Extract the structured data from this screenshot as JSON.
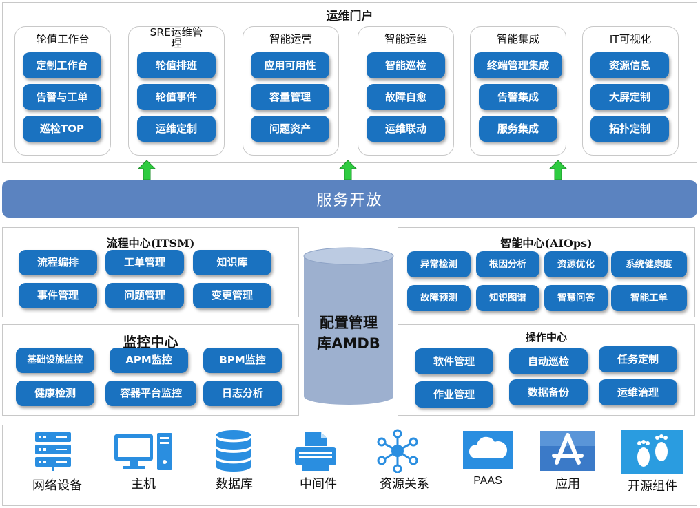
{
  "portal": {
    "title": "运维门户",
    "columns": [
      {
        "title": "轮值工作台",
        "items": [
          "定制工作台",
          "告警与工单",
          "巡检TOP"
        ]
      },
      {
        "title": "SRE运维管理",
        "items": [
          "轮值排班",
          "轮值事件",
          "运维定制"
        ]
      },
      {
        "title": "智能运营",
        "items": [
          "应用可用性",
          "容量管理",
          "问题资产"
        ]
      },
      {
        "title": "智能运维",
        "items": [
          "智能巡检",
          "故障自愈",
          "运维联动"
        ]
      },
      {
        "title": "智能集成",
        "items": [
          "终端管理集成",
          "告警集成",
          "服务集成"
        ]
      },
      {
        "title": "IT可视化",
        "items": [
          "资源信息",
          "大屏定制",
          "拓扑定制"
        ]
      }
    ]
  },
  "service_bar": {
    "label": "服务开放"
  },
  "itsm": {
    "title": "流程中心(ITSM)",
    "items": [
      "流程编排",
      "工单管理",
      "知识库",
      "事件管理",
      "问题管理",
      "变更管理"
    ]
  },
  "monitor": {
    "title": "监控中心",
    "items": [
      "基础设施监控",
      "APM监控",
      "BPM监控",
      "健康检测",
      "容器平台监控",
      "日志分析"
    ]
  },
  "cmdb": {
    "line1": "配置管理",
    "line2": "库AMDB"
  },
  "aiops": {
    "title": "智能中心(AIOps)",
    "items": [
      "异常检测",
      "根因分析",
      "资源优化",
      "系统健康度",
      "故障预测",
      "知识图谱",
      "智慧问答",
      "智能工单"
    ]
  },
  "ops": {
    "title": "操作中心",
    "items": [
      "软件管理",
      "自动巡检",
      "任务定制",
      "作业管理",
      "数据备份",
      "运维治理"
    ]
  },
  "resources": {
    "items": [
      {
        "label": "网络设备",
        "icon": "server-rack-icon"
      },
      {
        "label": "主机",
        "icon": "host-computer-icon"
      },
      {
        "label": "数据库",
        "icon": "database-icon"
      },
      {
        "label": "中间件",
        "icon": "printer-icon"
      },
      {
        "label": "资源关系",
        "icon": "network-nodes-icon"
      },
      {
        "label": "PAAS",
        "icon": "cloud-icon"
      },
      {
        "label": "应用",
        "icon": "app-store-icon"
      },
      {
        "label": "开源组件",
        "icon": "footprints-icon"
      }
    ]
  },
  "colors": {
    "pill": "#1a72c0",
    "service_bar": "#5b83c0",
    "arrow": "#2ecc40",
    "cylinder": "#9db0cf",
    "icon_blue": "#2a8ee0"
  }
}
